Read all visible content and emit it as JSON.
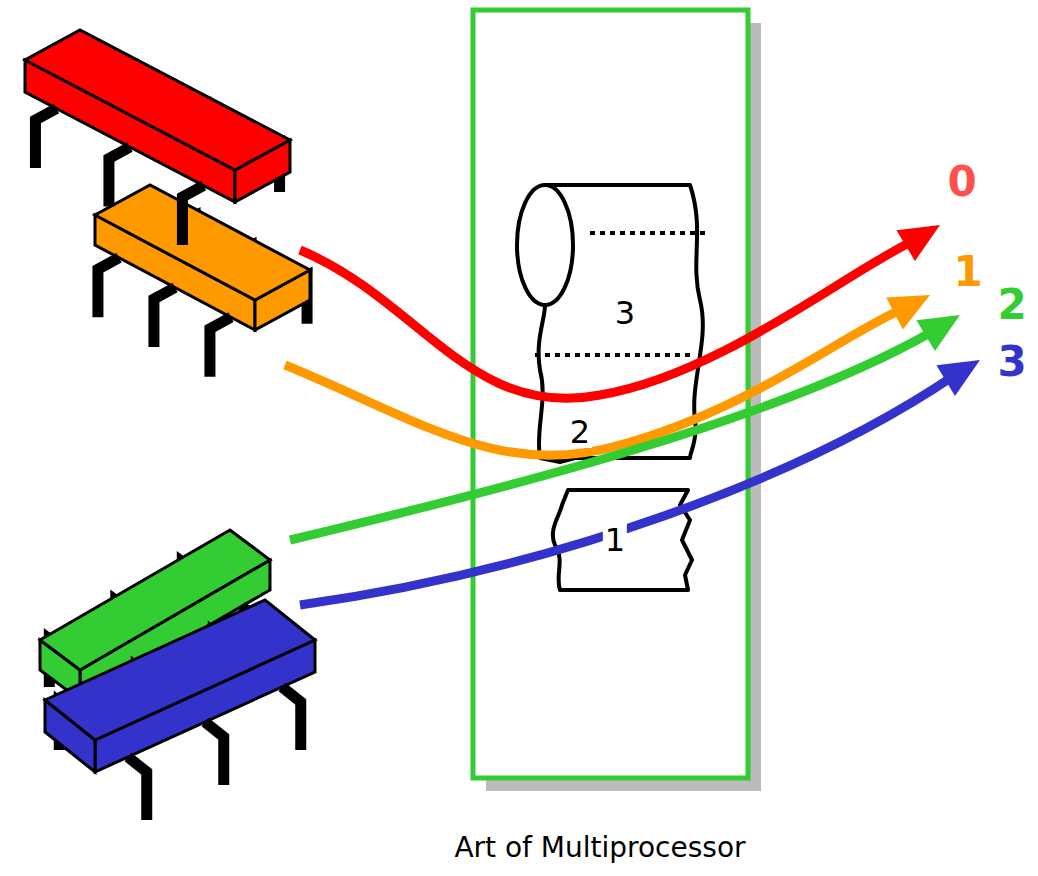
{
  "diagram": {
    "caption": "Art of Multiprocessor",
    "labels": [
      "3",
      "2",
      "1",
      "0",
      "1",
      "2",
      "3"
    ]
  }
}
